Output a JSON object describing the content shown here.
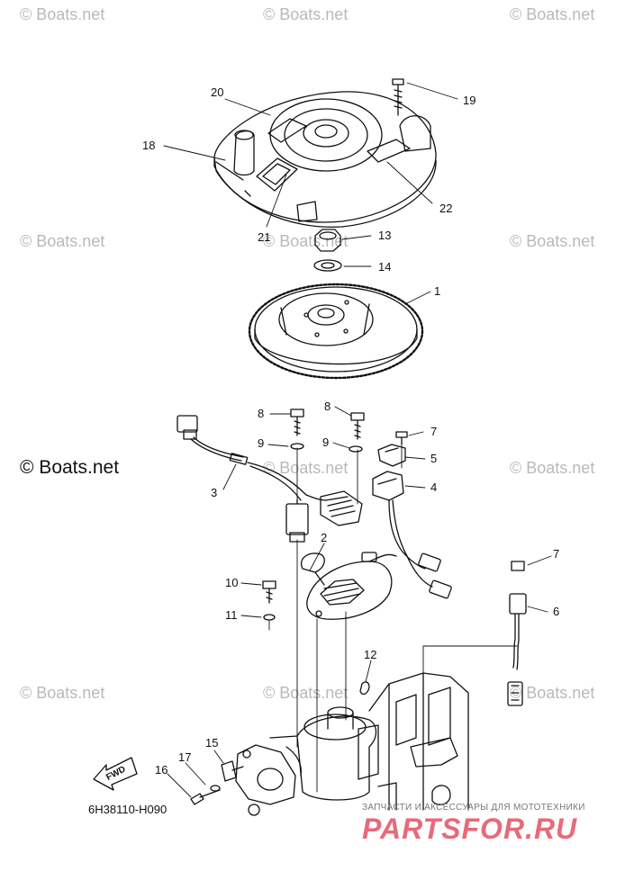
{
  "watermark": "© Boats.net",
  "diagram_code": "6H38110-H090",
  "fwd_label": "FWD",
  "brand": {
    "tagline": "ЗАПЧАСТИ И АКСЕССУАРЫ ДЛЯ МОТОТЕХНИКИ",
    "name": "PARTSFOR.RU"
  },
  "callouts": {
    "p1": "1",
    "p2": "2",
    "p3": "3",
    "p4": "4",
    "p5": "5",
    "p6": "6",
    "p7a": "7",
    "p7b": "7",
    "p8a": "8",
    "p8b": "8",
    "p9a": "9",
    "p9b": "9",
    "p10": "10",
    "p11": "11",
    "p12": "12",
    "p13": "13",
    "p14": "14",
    "p15": "15",
    "p16": "16",
    "p17": "17",
    "p18": "18",
    "p19": "19",
    "p20": "20",
    "p21": "21",
    "p22": "22"
  }
}
